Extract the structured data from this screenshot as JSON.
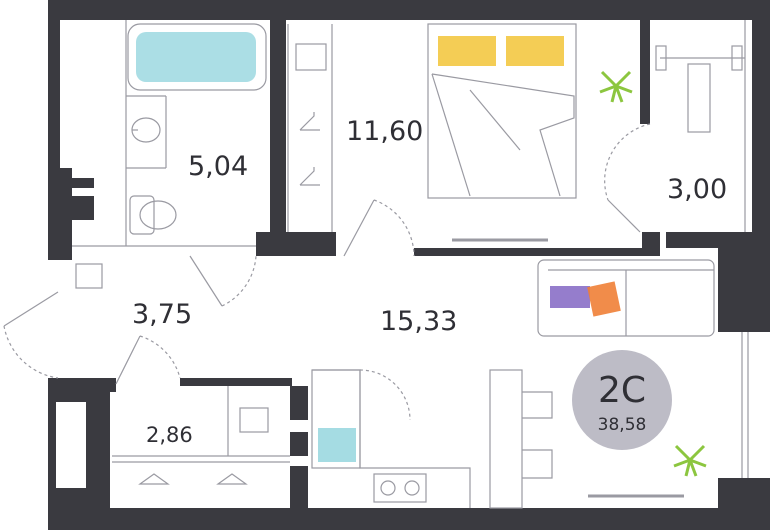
{
  "rooms": [
    {
      "id": "bathroom",
      "area": "5,04"
    },
    {
      "id": "bedroom",
      "area": "11,60"
    },
    {
      "id": "gym",
      "area": "3,00"
    },
    {
      "id": "hall",
      "area": "3,75"
    },
    {
      "id": "living",
      "area": "15,33"
    },
    {
      "id": "storage",
      "area": "2,86"
    }
  ],
  "badge": {
    "code": "2C",
    "total": "38,58"
  },
  "colors": {
    "wall": "#3a3a40",
    "line": "#9a9aa2",
    "badge": "#bdbcc6",
    "bath": "#8fd3dc",
    "pillow": "#f2c437",
    "cushion_purple": "#8a6fc6",
    "cushion_orange": "#ef7f36",
    "plant": "#8cc63f"
  }
}
